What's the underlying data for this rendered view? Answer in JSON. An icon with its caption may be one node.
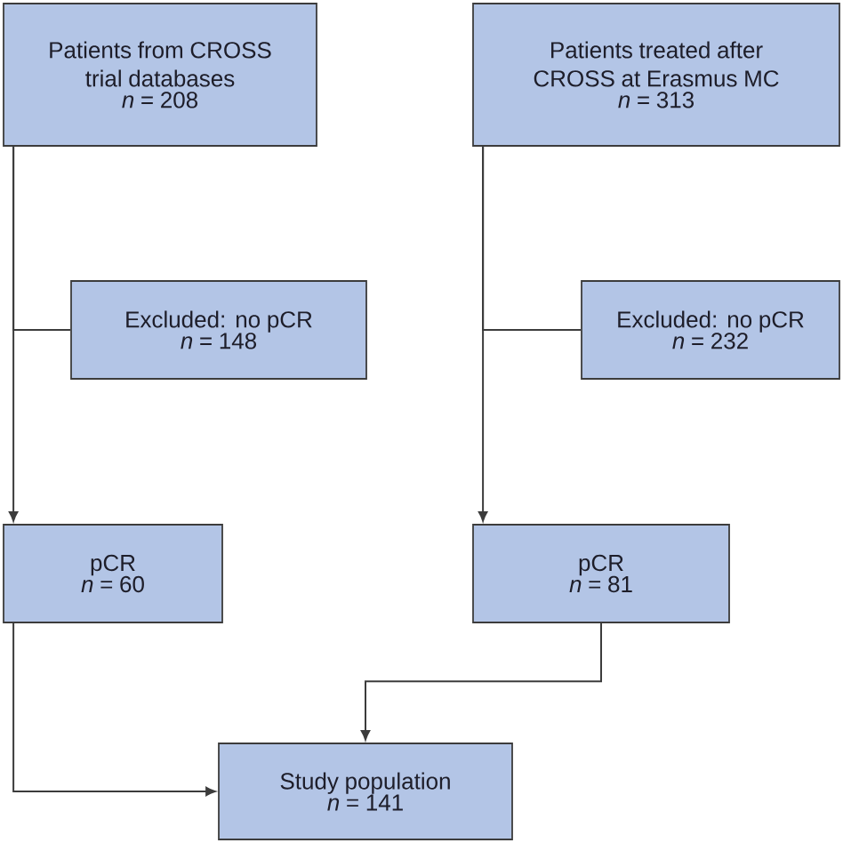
{
  "diagram": {
    "nodes": [
      {
        "text": [
          "Patients from CROSS trial databases",
          "*n* = 208"
        ]
      },
      {
        "text": [
          "Patients treated after CROSS at Erasmus MC",
          "*n* = 313"
        ]
      },
      {
        "text": [
          "Excluded: no pCR",
          "*n* = 148"
        ]
      },
      {
        "text": [
          "Excluded: no pCR",
          "*n* = 232"
        ]
      },
      {
        "text": [
          "pCR",
          "*n* = 60"
        ]
      },
      {
        "text": [
          "pCR",
          "*n* = 81"
        ]
      },
      {
        "text": [
          "Study population",
          "*n* = 141"
        ]
      }
    ],
    "edges": [
      {
        "from": 0,
        "to": 2,
        "arrow": "none"
      },
      {
        "from": 0,
        "to": 4,
        "arrow": "to"
      },
      {
        "from": 1,
        "to": 3,
        "arrow": "none"
      },
      {
        "from": 1,
        "to": 5,
        "arrow": "to"
      },
      {
        "from": 4,
        "to": 6,
        "arrow": "to"
      },
      {
        "from": 5,
        "to": 6,
        "arrow": "to"
      }
    ]
  }
}
